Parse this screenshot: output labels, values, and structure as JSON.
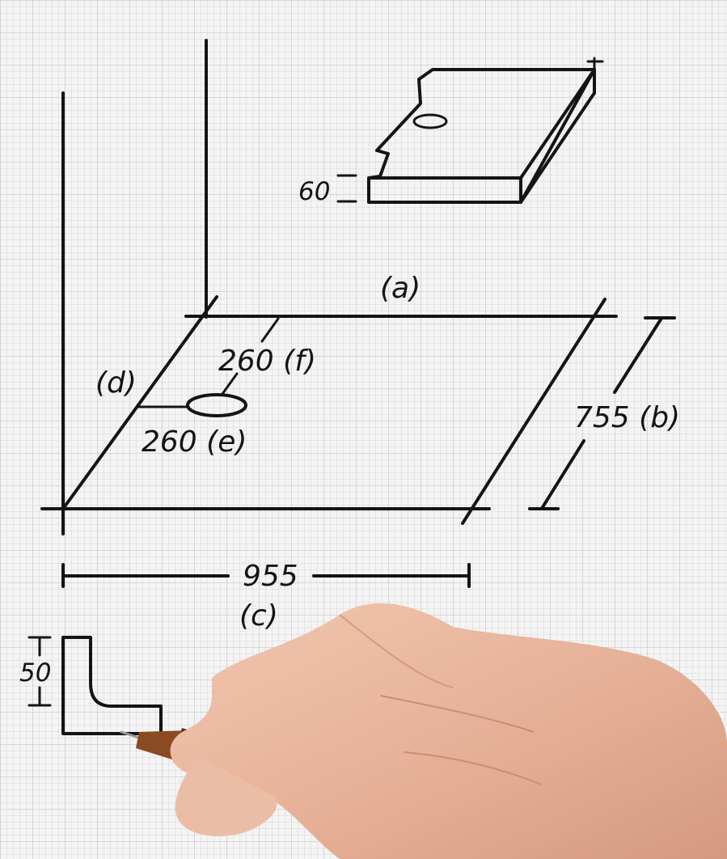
{
  "diagram": {
    "labels": {
      "a": "(a)",
      "b": "755 (b)",
      "c": "(c)",
      "d": "(d)",
      "e": "260 (e)",
      "f": "260 (f)",
      "width": "955",
      "thickness": "60",
      "profile_height": "50"
    }
  },
  "colors": {
    "paper": "#f4f4f4",
    "grid": "#c9c9c9",
    "ink": "#141414",
    "skin": "#e9b9a2",
    "pen_body": "#4a1a1c",
    "pen_ring": "#d4212a",
    "pen_tip": "#8a4a22"
  },
  "icons": {
    "hand": "hand-holding-pen-icon"
  }
}
